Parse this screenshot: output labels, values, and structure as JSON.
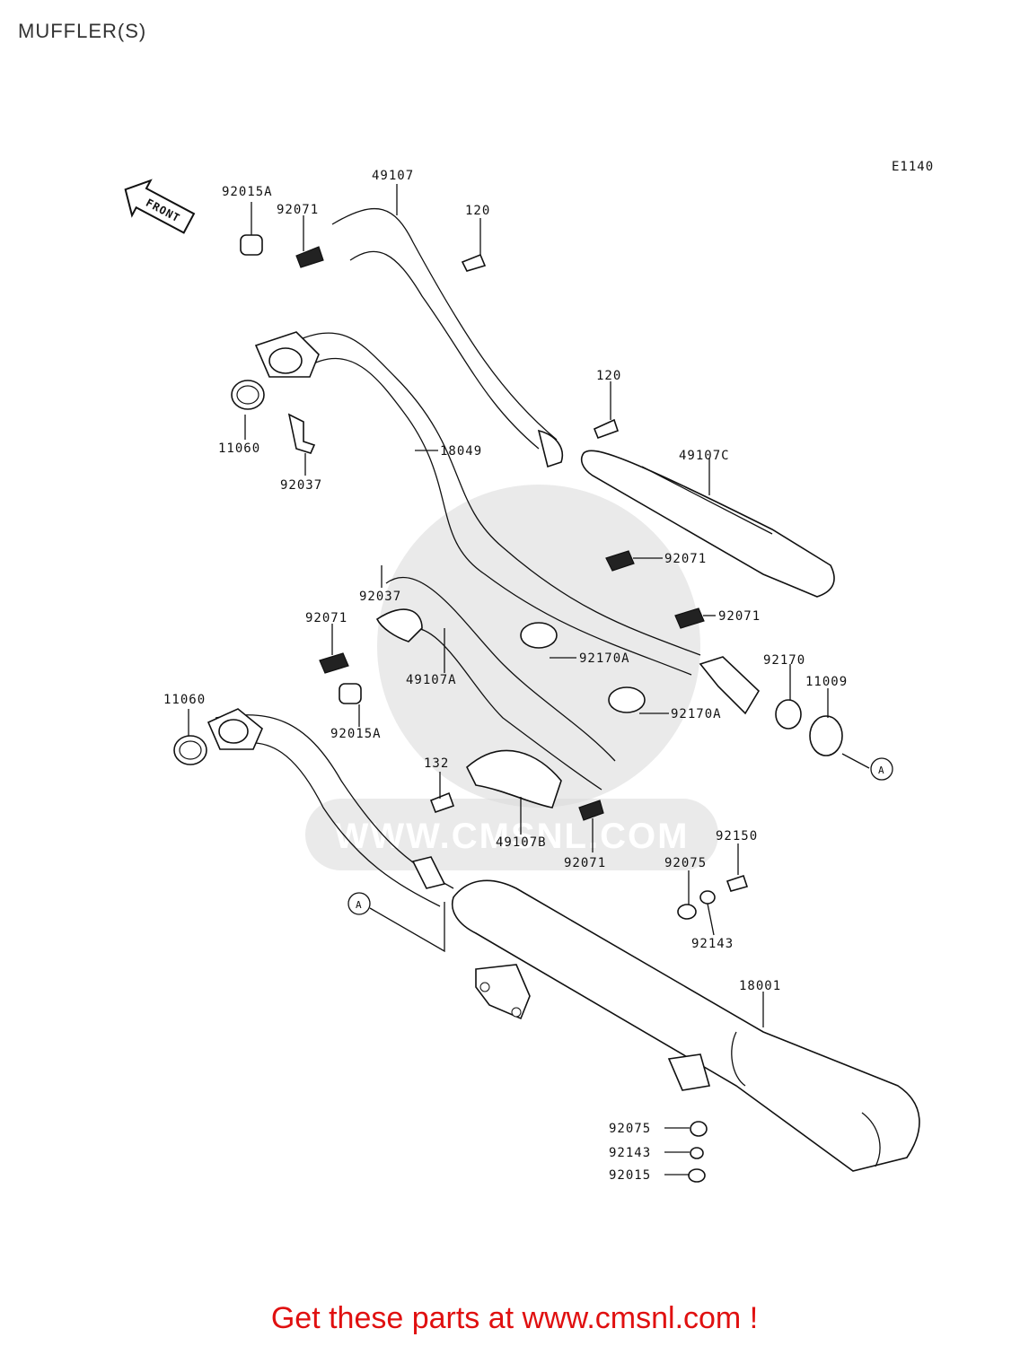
{
  "title": "MUFFLER(S)",
  "diagram_code": "E1140",
  "front_label": "FRONT",
  "watermark": "WWW.CMSNL.COM",
  "callouts": [
    "92015A",
    "49107",
    "92071",
    "120",
    "11060",
    "92037",
    "120",
    "18049",
    "49107C",
    "92071",
    "92037",
    "92071",
    "92071",
    "92170A",
    "49107A",
    "92170",
    "11009",
    "11060",
    "92015A",
    "92170A",
    "A",
    "132",
    "49107B",
    "92071",
    "92150",
    "92075",
    "A",
    "92143",
    "18001",
    "92075",
    "92143",
    "92015"
  ],
  "footer": "Get these parts at www.cmsnl.com !"
}
